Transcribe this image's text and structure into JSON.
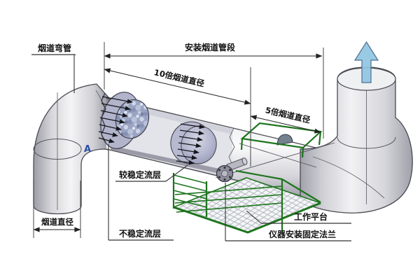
{
  "diagram": {
    "type": "flue-gas-duct-measurement-installation-illustration",
    "labels": {
      "flue_bend": "烟道弯管",
      "install_duct_section": "安装烟道管段",
      "ten_diameters": "10倍烟道直径",
      "five_diameters": "5倍烟道直径",
      "flue_diameter": "烟道直径",
      "stable_flow_layer": "较稳定流层",
      "unstable_flow_layer": "不稳定流层",
      "work_platform": "工作平台",
      "instrument_flange": "仪器安装固定法兰",
      "point_a": "A"
    },
    "icons": {
      "gas_outflow_arrow": "upward-flow-arrow",
      "velocity_profiles": "right-pointing-flow-arrows",
      "mounting_flange": "flange-with-probe",
      "sensor_port": "dome-sensor"
    },
    "colors": {
      "platform_green": "#1e741e",
      "flow_arrow_blue": "#8fc5e2",
      "pipe_gray": "#d8d8dc",
      "flow_face_lavender": "#9aa3c2",
      "label_text": "#111111",
      "point_a_blue": "#2b4fa8",
      "background": "#ffffff"
    }
  }
}
